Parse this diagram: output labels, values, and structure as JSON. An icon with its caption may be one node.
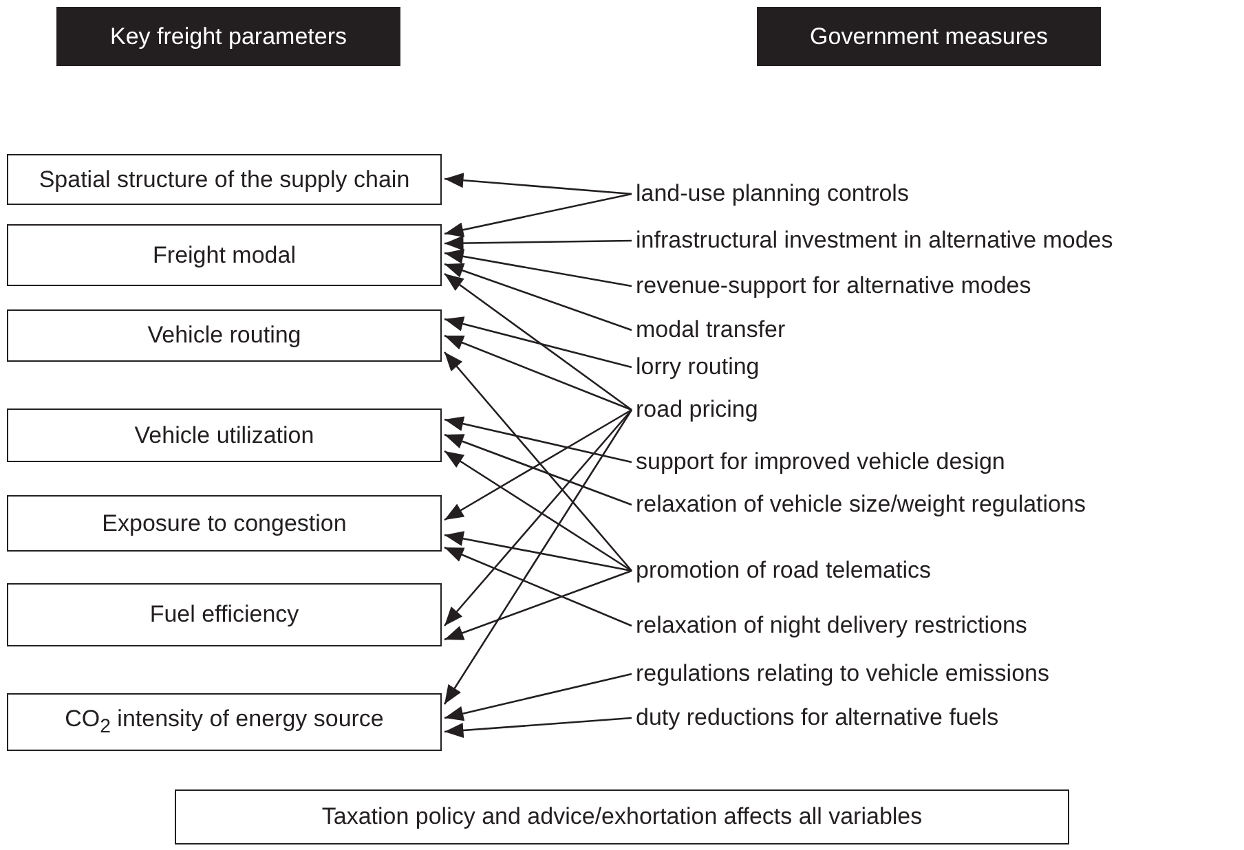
{
  "diagram": {
    "nodes": [
      {
        "text": [
          "Key freight parameters"
        ]
      },
      {
        "text": [
          "Government measures"
        ]
      },
      {
        "text": [
          "Spatial structure of the supply chain"
        ]
      },
      {
        "text": [
          "Freight modal"
        ]
      },
      {
        "text": [
          "Vehicle routing"
        ]
      },
      {
        "text": [
          "Vehicle utilization"
        ]
      },
      {
        "text": [
          "Exposure to congestion"
        ]
      },
      {
        "text": [
          "Fuel efficiency"
        ]
      },
      {
        "text": [
          "CO$_{2}$ intensity of energy source"
        ]
      },
      {
        "text": [
          "land-use planning controls"
        ]
      },
      {
        "text": [
          "infrastructural investment in alternative modes"
        ]
      },
      {
        "text": [
          "revenue-support for alternative modes"
        ]
      },
      {
        "text": [
          "modal transfer"
        ]
      },
      {
        "text": [
          "lorry routing"
        ]
      },
      {
        "text": [
          "road pricing"
        ]
      },
      {
        "text": [
          "support for improved vehicle design"
        ]
      },
      {
        "text": [
          "relaxation of vehicle size/weight regulations"
        ]
      },
      {
        "text": [
          "promotion of road telematics"
        ]
      },
      {
        "text": [
          "relaxation of night delivery restrictions"
        ]
      },
      {
        "text": [
          "regulations relating to vehicle emissions"
        ]
      },
      {
        "text": [
          "duty reductions for alternative fuels"
        ]
      },
      {
        "text": [
          "Taxation policy and advice/exhortation affects all variables"
        ]
      }
    ],
    "edges": [
      {
        "from": 9,
        "to": 2,
        "arrow": "to"
      },
      {
        "from": 9,
        "to": 3,
        "arrow": "to"
      },
      {
        "from": 10,
        "to": 3,
        "arrow": "to"
      },
      {
        "from": 11,
        "to": 3,
        "arrow": "to"
      },
      {
        "from": 12,
        "to": 3,
        "arrow": "to"
      },
      {
        "from": 13,
        "to": 4,
        "arrow": "to"
      },
      {
        "from": 14,
        "to": 3,
        "arrow": "to"
      },
      {
        "from": 14,
        "to": 4,
        "arrow": "to"
      },
      {
        "from": 14,
        "to": 6,
        "arrow": "to"
      },
      {
        "from": 14,
        "to": 7,
        "arrow": "to"
      },
      {
        "from": 14,
        "to": 8,
        "arrow": "to"
      },
      {
        "from": 15,
        "to": 5,
        "arrow": "to"
      },
      {
        "from": 16,
        "to": 5,
        "arrow": "to"
      },
      {
        "from": 17,
        "to": 4,
        "arrow": "to"
      },
      {
        "from": 17,
        "to": 5,
        "arrow": "to"
      },
      {
        "from": 17,
        "to": 6,
        "arrow": "to"
      },
      {
        "from": 17,
        "to": 7,
        "arrow": "to"
      },
      {
        "from": 18,
        "to": 6,
        "arrow": "to"
      },
      {
        "from": 19,
        "to": 8,
        "arrow": "to"
      },
      {
        "from": 20,
        "to": 8,
        "arrow": "to"
      }
    ]
  }
}
